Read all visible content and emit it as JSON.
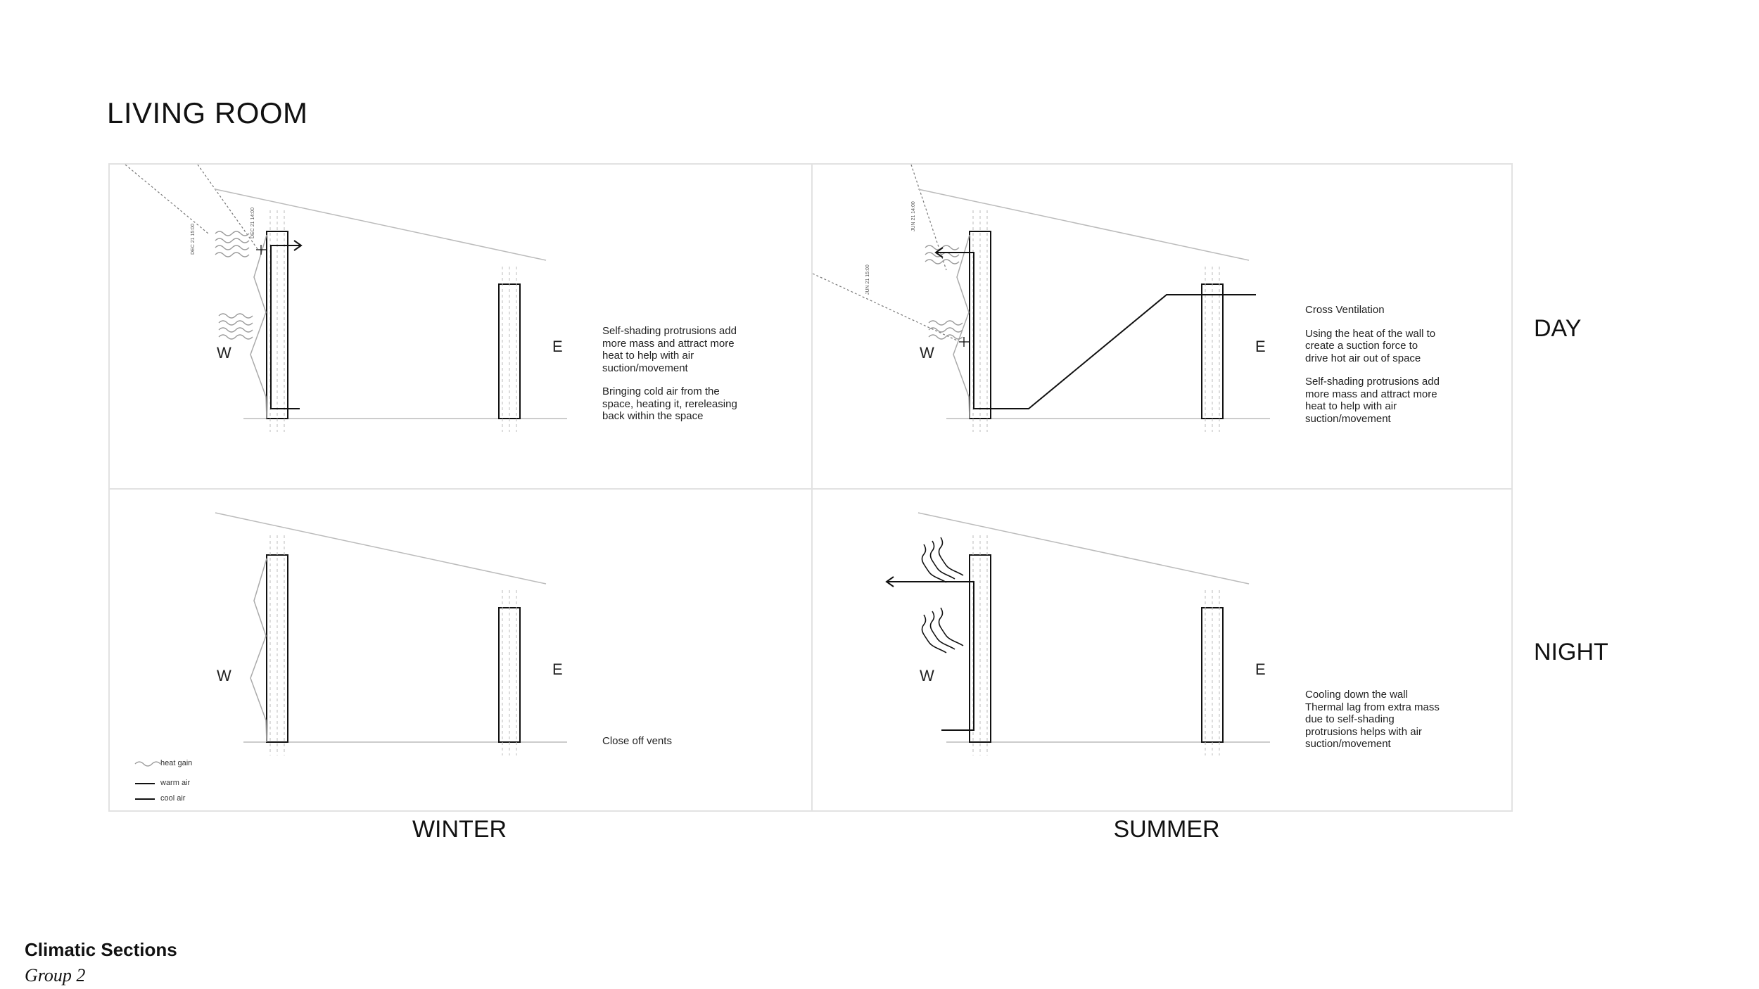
{
  "title": "LIVING ROOM",
  "row_labels": {
    "day": "DAY",
    "night": "NIGHT"
  },
  "col_labels": {
    "winter": "WINTER",
    "summer": "SUMMER"
  },
  "directions": {
    "west": "W",
    "east": "E"
  },
  "panels": {
    "winter_day": {
      "sun_labels": [
        "DEC 21 15:00",
        "DEC 21 14:00"
      ],
      "notes": [
        "Self-shading protrusions add more mass and attract more heat to help with air suction/movement",
        "Bringing cold air from the space, heating it, rereleasing back within the space"
      ]
    },
    "summer_day": {
      "sun_labels": [
        "JUN 21 14:00",
        "JUN 21 15:00"
      ],
      "notes": [
        "Cross Ventilation",
        "Using the heat of the wall to create a suction force to drive hot air out of space",
        "Self-shading protrusions add more mass and attract more heat to help with air suction/movement"
      ]
    },
    "winter_night": {
      "notes": [
        "Close off vents"
      ]
    },
    "summer_night": {
      "notes": [
        "Cooling down the wall Thermal lag from extra mass due to self-shading protrusions helps with air suction/movement"
      ]
    }
  },
  "legend": {
    "heat_gain": "heat gain",
    "warm_air": "warm air",
    "cool_air": "cool air"
  },
  "footer": {
    "title": "Climatic Sections",
    "subtitle": "Group 2"
  }
}
